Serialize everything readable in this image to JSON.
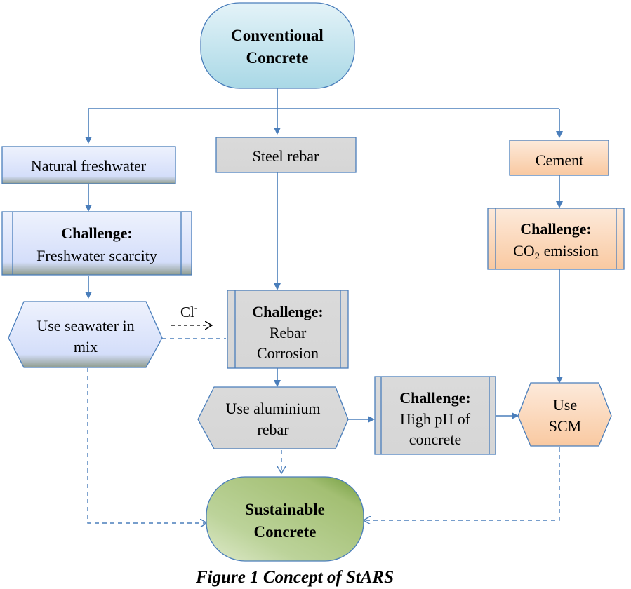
{
  "diagram": {
    "title": "Concept of StARS",
    "caption": "Figure 1 Concept of StARS",
    "nodes": {
      "conventional_concrete": {
        "line1": "Conventional",
        "line2": "Concrete",
        "shape": "terminator",
        "color": "#bfe3ef"
      },
      "natural_freshwater": {
        "label": "Natural freshwater",
        "shape": "process",
        "color": "#dbe5fb"
      },
      "challenge_freshwater": {
        "heading": "Challenge:",
        "text": "Freshwater scarcity",
        "shape": "predefined-process",
        "color": "#dbe5fb"
      },
      "use_seawater": {
        "line1": "Use seawater in",
        "line2": "mix",
        "shape": "preparation",
        "color": "#dbe5fb"
      },
      "steel_rebar": {
        "label": "Steel rebar",
        "shape": "process",
        "color": "#d9d9d9"
      },
      "challenge_corrosion": {
        "heading": "Challenge:",
        "line1": "Rebar",
        "line2": "Corrosion",
        "shape": "predefined-process",
        "color": "#d9d9d9"
      },
      "use_aluminium": {
        "line1": "Use aluminium",
        "line2": "rebar",
        "shape": "preparation",
        "color": "#d9d9d9"
      },
      "challenge_ph": {
        "heading": "Challenge:",
        "line1": "High pH of",
        "line2": "concrete",
        "shape": "predefined-process",
        "color": "#d9d9d9"
      },
      "cement": {
        "label": "Cement",
        "shape": "process",
        "color": "#fbd5b5"
      },
      "challenge_co2": {
        "heading": "Challenge:",
        "text_prefix": "CO",
        "text_sub": "2",
        "text_suffix": " emission",
        "shape": "predefined-process",
        "color": "#fbd5b5"
      },
      "use_scm": {
        "line1": "Use",
        "line2": "SCM",
        "shape": "preparation",
        "color": "#fbd5b5"
      },
      "sustainable_concrete": {
        "line1": "Sustainable",
        "line2": "Concrete",
        "shape": "terminator",
        "color": "#9bbb59"
      }
    },
    "edge_labels": {
      "chloride": "Cl",
      "chloride_sup": "-"
    },
    "edges": [
      {
        "from": "conventional_concrete",
        "to": "natural_freshwater",
        "style": "solid"
      },
      {
        "from": "conventional_concrete",
        "to": "steel_rebar",
        "style": "solid"
      },
      {
        "from": "conventional_concrete",
        "to": "cement",
        "style": "solid"
      },
      {
        "from": "natural_freshwater",
        "to": "challenge_freshwater",
        "style": "solid"
      },
      {
        "from": "challenge_freshwater",
        "to": "use_seawater",
        "style": "solid"
      },
      {
        "from": "use_seawater",
        "to": "challenge_corrosion",
        "style": "dashed",
        "label": "Cl-"
      },
      {
        "from": "steel_rebar",
        "to": "challenge_corrosion",
        "style": "solid"
      },
      {
        "from": "challenge_corrosion",
        "to": "use_aluminium",
        "style": "solid"
      },
      {
        "from": "use_aluminium",
        "to": "challenge_ph",
        "style": "solid"
      },
      {
        "from": "challenge_ph",
        "to": "use_scm",
        "style": "solid"
      },
      {
        "from": "cement",
        "to": "challenge_co2",
        "style": "solid"
      },
      {
        "from": "challenge_co2",
        "to": "use_scm",
        "style": "solid"
      },
      {
        "from": "use_seawater",
        "to": "sustainable_concrete",
        "style": "dashed"
      },
      {
        "from": "use_aluminium",
        "to": "sustainable_concrete",
        "style": "dashed"
      },
      {
        "from": "use_scm",
        "to": "sustainable_concrete",
        "style": "dashed"
      }
    ]
  }
}
